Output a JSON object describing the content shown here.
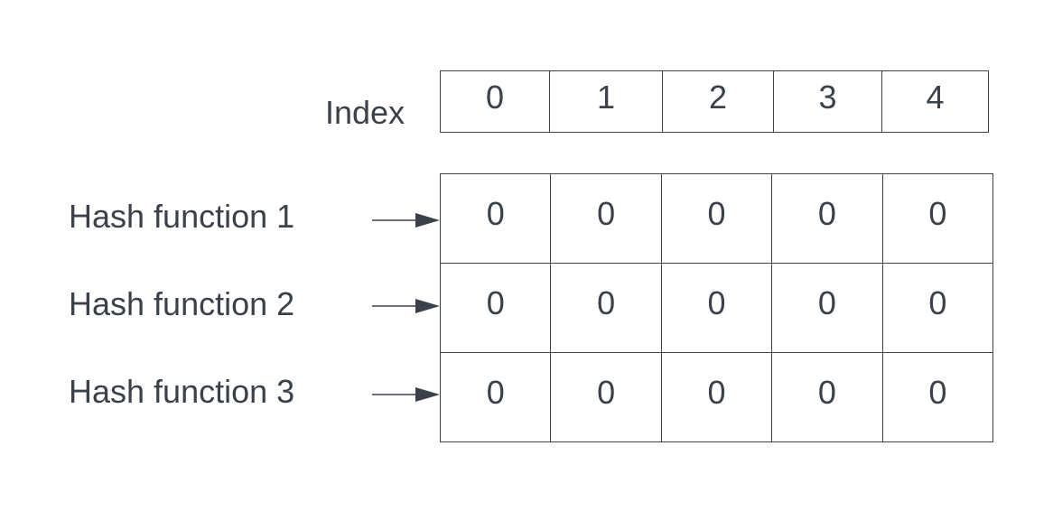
{
  "index": {
    "label": "Index",
    "values": [
      "0",
      "1",
      "2",
      "3",
      "4"
    ]
  },
  "hash_functions": [
    {
      "label": "Hash function 1",
      "bits": [
        "0",
        "0",
        "0",
        "0",
        "0"
      ]
    },
    {
      "label": "Hash function 2",
      "bits": [
        "0",
        "0",
        "0",
        "0",
        "0"
      ]
    },
    {
      "label": "Hash function 3",
      "bits": [
        "0",
        "0",
        "0",
        "0",
        "0"
      ]
    }
  ],
  "colors": {
    "text": "#3a414a",
    "line": "#3a414a",
    "background": "#ffffff"
  }
}
